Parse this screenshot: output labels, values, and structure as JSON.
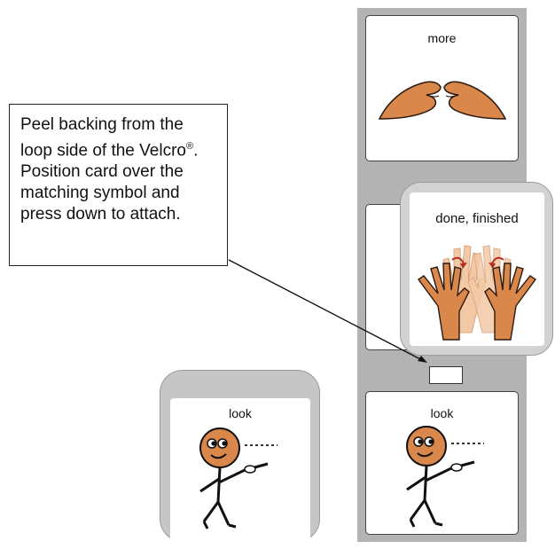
{
  "instruction": {
    "lines": [
      "Peel backing from the",
      "loop side of the Velcro",
      "Position card over the",
      "matching symbol and",
      "press down to attach."
    ],
    "registered_mark": "®",
    "line2_period": "."
  },
  "strip_cards": [
    {
      "label": "more"
    },
    {
      "label": ""
    },
    {
      "label": "look"
    }
  ],
  "floating_card": {
    "label": "done, finished"
  },
  "loose_card": {
    "label": "look"
  },
  "colors": {
    "strip": "#b3b3b3",
    "skin": "#d9874a",
    "skin_light": "#f3c9a5",
    "arrow_red": "#b2301f"
  },
  "icons": [
    "more-sign-icon",
    "done-finished-sign-icon",
    "look-person-icon"
  ]
}
